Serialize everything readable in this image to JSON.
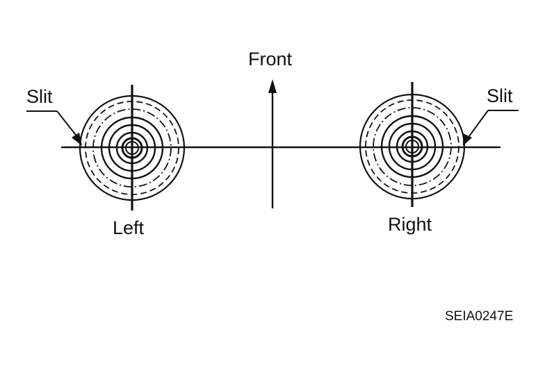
{
  "labels": {
    "front": "Front",
    "slit_left": "Slit",
    "slit_right": "Slit",
    "left": "Left",
    "right": "Right",
    "figure_code": "SEIA0247E"
  },
  "colors": {
    "line": "#111111",
    "background": "#ffffff"
  }
}
